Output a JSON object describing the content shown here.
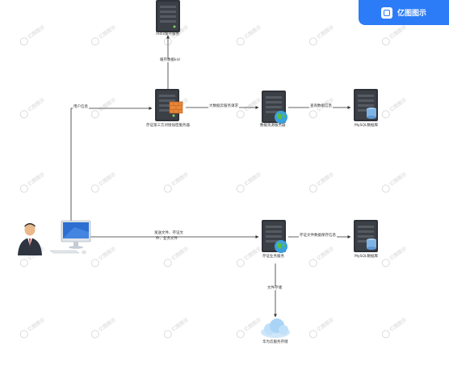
{
  "brand": {
    "text": "亿图图示"
  },
  "watermark": {
    "text": "亿图图示"
  },
  "nodes": {
    "redis_cache": {
      "label": "redis缓存服务",
      "icon": "server-icon"
    },
    "third_party_server": {
      "label": "存证第三方对接加密服务器",
      "icon": "server-with-firewall-icon"
    },
    "data_service": {
      "label": "数据资源服务器",
      "icon": "web-server-icon"
    },
    "mysql_top": {
      "label": "MySQL数据库",
      "icon": "database-server-icon"
    },
    "user": {
      "label": "",
      "icon": "businessman-icon"
    },
    "computer": {
      "label": "",
      "icon": "desktop-computer-icon"
    },
    "evidence_service": {
      "label": "存证业务服务",
      "icon": "web-server-icon"
    },
    "mysql_bottom": {
      "label": "MySQL数据库",
      "icon": "database-server-icon"
    },
    "cloud_storage": {
      "label": "华为云服务存储",
      "icon": "cloud-icon"
    }
  },
  "edges": {
    "user_to_third_party": "用户信息",
    "third_party_to_redis": "缓存数据kid",
    "third_party_to_data": "大数据云服务请求",
    "data_to_mysql": "查询数据信息",
    "computer_to_evidence_l1": "发送文件、存证文",
    "computer_to_evidence_l2": "件、业务文件",
    "evidence_to_mysql": "存证文件数据保存信息",
    "evidence_to_cloud": "文件存储"
  },
  "colors": {
    "line": "#333333",
    "server_body": "#2f3238",
    "server_front": "#4a4e56",
    "globe": "#3aa0e0",
    "globe_land": "#5cbf3a",
    "db_cyl": "#7fb3e6",
    "brand": "#2b7cf6",
    "cloud": "#a9d4f5",
    "firewall": "#e8863a"
  }
}
